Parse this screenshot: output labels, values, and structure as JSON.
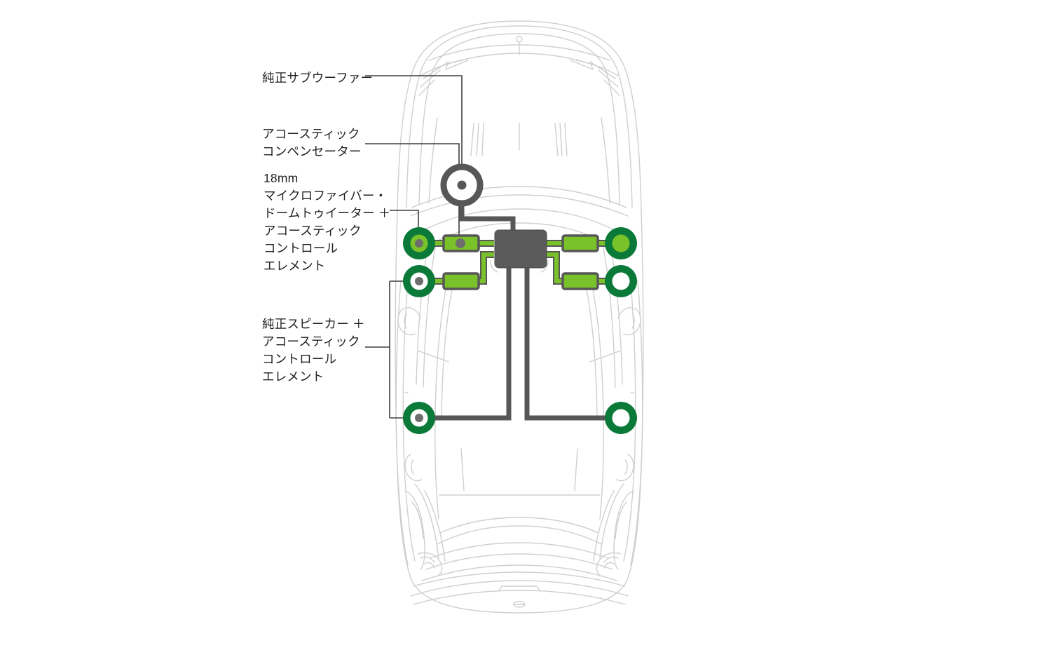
{
  "diagram": {
    "title": "car-audio-system-layout",
    "vehicle_view": "top-down car body outline",
    "colors": {
      "dark_green": "#0b7a38",
      "bright_green": "#7ac229",
      "outline_gray": "#575757",
      "car_outline": "#cdcdcd",
      "amp_fill": "#5b5b5b",
      "text": "#231f20",
      "background": "#ffffff"
    },
    "labels": [
      {
        "id": "subwoofer",
        "text": "純正サブウーファー",
        "lines": [
          "純正サブウーファー"
        ],
        "points_to": "subwoofer-driver"
      },
      {
        "id": "compensator",
        "text": "アコースティック\nコンペンセーター",
        "lines": [
          "アコースティック",
          "コンペンセーター"
        ],
        "points_to": "front-left-compensator-module"
      },
      {
        "id": "tweeter",
        "text": "18mm\nマイクロファイバー・\nドームトゥイーター ＋\nアコースティック\nコントロール\nエレメント",
        "lines": [
          "18mm",
          "マイクロファイバー・",
          "ドームトゥイーター ＋",
          "アコースティック",
          "コントロール",
          "エレメント"
        ],
        "points_to": "front-left-tweeter"
      },
      {
        "id": "speaker",
        "text": "純正スピーカー ＋\nアコースティック\nコントロール\nエレメント",
        "lines": [
          "純正スピーカー ＋",
          "アコースティック",
          "コントロール",
          "エレメント"
        ],
        "points_to": "left-door-speakers"
      }
    ],
    "components": [
      {
        "id": "subwoofer-driver",
        "kind": "subwoofer",
        "position": "center-front",
        "fill": "none",
        "ring": "#575757"
      },
      {
        "id": "amplifier",
        "kind": "amplifier",
        "position": "center",
        "fill": "#5b5b5b"
      },
      {
        "id": "front-left-tweeter",
        "kind": "tweeter",
        "position": "front-left",
        "ring": "#0b7a38",
        "inner": "#7ac229",
        "dot": "#5b5b5b"
      },
      {
        "id": "front-right-tweeter",
        "kind": "tweeter",
        "position": "front-right",
        "ring": "#0b7a38",
        "inner": "#7ac229"
      },
      {
        "id": "front-left-speaker",
        "kind": "speaker",
        "position": "front-left-lower",
        "ring": "#0b7a38",
        "inner": "#ffffff",
        "dot": "#5b5b5b"
      },
      {
        "id": "front-right-speaker",
        "kind": "speaker",
        "position": "front-right-lower",
        "ring": "#0b7a38",
        "inner": "#ffffff"
      },
      {
        "id": "rear-left-speaker",
        "kind": "speaker",
        "position": "rear-left",
        "ring": "#0b7a38",
        "inner": "#ffffff",
        "dot": "#5b5b5b"
      },
      {
        "id": "rear-right-speaker",
        "kind": "speaker",
        "position": "rear-right",
        "ring": "#0b7a38",
        "inner": "#ffffff"
      },
      {
        "id": "module-front-left-top",
        "kind": "control-element",
        "position": "front-left-upper",
        "fill": "#7ac229",
        "dot": "#5b5b5b"
      },
      {
        "id": "module-front-left-bot",
        "kind": "control-element",
        "position": "front-left-lower",
        "fill": "#7ac229"
      },
      {
        "id": "module-front-right-top",
        "kind": "control-element",
        "position": "front-right-upper",
        "fill": "#7ac229"
      },
      {
        "id": "module-front-right-bot",
        "kind": "control-element",
        "position": "front-right-lower",
        "fill": "#7ac229"
      }
    ],
    "connections": [
      {
        "from": "amplifier",
        "to": "module-front-left-top",
        "color": "#7ac229"
      },
      {
        "from": "amplifier",
        "to": "module-front-left-bot",
        "color": "#7ac229"
      },
      {
        "from": "amplifier",
        "to": "module-front-right-top",
        "color": "#7ac229"
      },
      {
        "from": "amplifier",
        "to": "module-front-right-bot",
        "color": "#7ac229"
      },
      {
        "from": "amplifier",
        "to": "subwoofer-driver",
        "color": "#575757"
      },
      {
        "from": "amplifier",
        "to": "rear-left-speaker",
        "color": "#575757"
      },
      {
        "from": "amplifier",
        "to": "rear-right-speaker",
        "color": "#575757"
      }
    ]
  }
}
